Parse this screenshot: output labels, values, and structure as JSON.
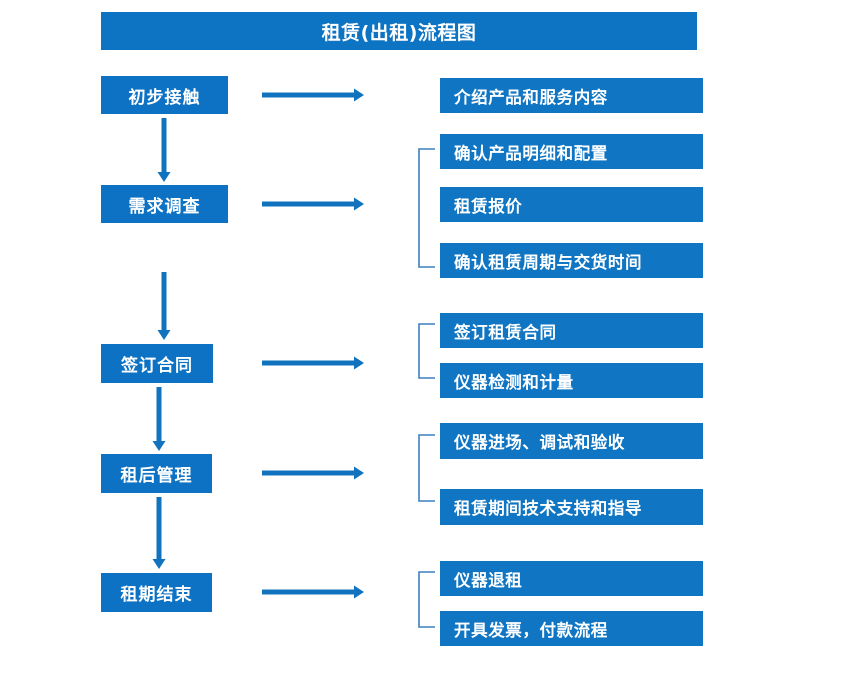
{
  "title": "租赁(出租)流程图",
  "colors": {
    "banner": "#0d74c4",
    "stage_box": "#0d72c4",
    "detail_box": "#1075c2",
    "arrow": "#1173bd",
    "bracket": "#3f7fbf",
    "text": "#ffffff",
    "background": "#ffffff"
  },
  "stages": [
    {
      "label": "初步接触"
    },
    {
      "label": "需求调查"
    },
    {
      "label": "签订合同"
    },
    {
      "label": "租后管理"
    },
    {
      "label": "租期结束"
    }
  ],
  "details": [
    {
      "label": "介绍产品和服务内容"
    },
    {
      "label": "确认产品明细和配置"
    },
    {
      "label": "租赁报价"
    },
    {
      "label": "确认租赁周期与交货时间"
    },
    {
      "label": "签订租赁合同"
    },
    {
      "label": "仪器检测和计量"
    },
    {
      "label": "仪器进场、调试和验收"
    },
    {
      "label": "租赁期间技术支持和指导"
    },
    {
      "label": "仪器退租"
    },
    {
      "label": "开具发票，付款流程"
    }
  ],
  "connectors": {
    "horizontal_arrow_count": 5,
    "vertical_arrow_count": 4,
    "bracket_count": 4
  }
}
